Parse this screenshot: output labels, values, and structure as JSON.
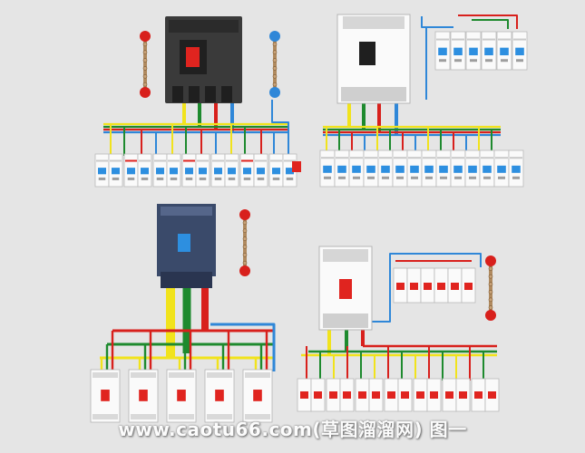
{
  "watermark": "www.caotu66.com(草图溜溜网) 图一",
  "colors": {
    "background": "#e5e5e5",
    "wire_yellow": "#f1e31c",
    "wire_green": "#1e8a2e",
    "wire_red": "#d8201c",
    "wire_blue": "#2f87d8",
    "breaker_body": "#fafafa",
    "breaker_dark": "#3a3a3a",
    "breaker_navy": "#3a4a6a",
    "handle_red": "#e0241f",
    "handle_blue": "#2d8fe0",
    "busbar_copper": "#c9a277",
    "busbar_red": "#d8201c",
    "busbar_blue": "#2f87d8"
  },
  "assemblies": [
    {
      "name": "top-left-assembly",
      "main_breaker": "dark-4-pole",
      "handle": "red",
      "outgoing_breakers": 7,
      "busbars": [
        "red-end",
        "blue-end"
      ]
    },
    {
      "name": "top-right-assembly",
      "main_breaker": "white-4-pole",
      "handle": "black",
      "outgoing_breakers": 7,
      "busbars": []
    },
    {
      "name": "bottom-left-assembly",
      "main_breaker": "navy-3-pole",
      "handle": "blue",
      "outgoing_breakers": 5,
      "busbars": [
        "red-end"
      ]
    },
    {
      "name": "bottom-right-assembly",
      "main_breaker": "white-3-pole",
      "handle": "red",
      "outgoing_breakers": 7,
      "busbars": [
        "red-end"
      ]
    }
  ]
}
